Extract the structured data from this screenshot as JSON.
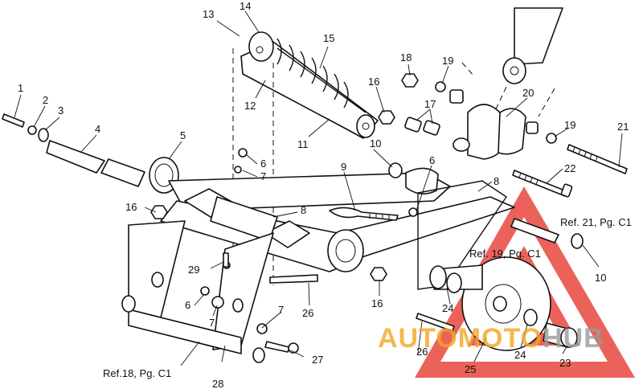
{
  "callouts": [
    {
      "id": "c1",
      "text": "1"
    },
    {
      "id": "c2",
      "text": "2"
    },
    {
      "id": "c3",
      "text": "3"
    },
    {
      "id": "c4",
      "text": "4"
    },
    {
      "id": "c5",
      "text": "5"
    },
    {
      "id": "c6a",
      "text": "6"
    },
    {
      "id": "c6b",
      "text": "6"
    },
    {
      "id": "c6c",
      "text": "6"
    },
    {
      "id": "c7a",
      "text": "7"
    },
    {
      "id": "c7b",
      "text": "7"
    },
    {
      "id": "c7c",
      "text": "7"
    },
    {
      "id": "c8a",
      "text": "8"
    },
    {
      "id": "c8b",
      "text": "8"
    },
    {
      "id": "c9",
      "text": "9"
    },
    {
      "id": "c10a",
      "text": "10"
    },
    {
      "id": "c10b",
      "text": "10"
    },
    {
      "id": "c11",
      "text": "11"
    },
    {
      "id": "c12",
      "text": "12"
    },
    {
      "id": "c13",
      "text": "13"
    },
    {
      "id": "c14",
      "text": "14"
    },
    {
      "id": "c15",
      "text": "15"
    },
    {
      "id": "c16a",
      "text": "16"
    },
    {
      "id": "c16b",
      "text": "16"
    },
    {
      "id": "c16c",
      "text": "16"
    },
    {
      "id": "c17",
      "text": "17"
    },
    {
      "id": "c18",
      "text": "18"
    },
    {
      "id": "c19a",
      "text": "19"
    },
    {
      "id": "c19b",
      "text": "19"
    },
    {
      "id": "c20",
      "text": "20"
    },
    {
      "id": "c21",
      "text": "21"
    },
    {
      "id": "c22",
      "text": "22"
    },
    {
      "id": "c23",
      "text": "23"
    },
    {
      "id": "c24a",
      "text": "24"
    },
    {
      "id": "c24b",
      "text": "24"
    },
    {
      "id": "c25",
      "text": "25"
    },
    {
      "id": "c26a",
      "text": "26"
    },
    {
      "id": "c26b",
      "text": "26"
    },
    {
      "id": "c27",
      "text": "27"
    },
    {
      "id": "c28",
      "text": "28"
    },
    {
      "id": "c29",
      "text": "29"
    }
  ],
  "references": {
    "ref21": "Ref. 21, Pg. C1",
    "ref19": "Ref. 19, Pg. C1",
    "ref18": "Ref.18, Pg. C1"
  },
  "watermark": {
    "text": "AUTOMOTOHUB",
    "color_triangle": "#e8473f",
    "color_text_orange": "#f5a623",
    "color_text_gray": "#9a9a9a"
  }
}
